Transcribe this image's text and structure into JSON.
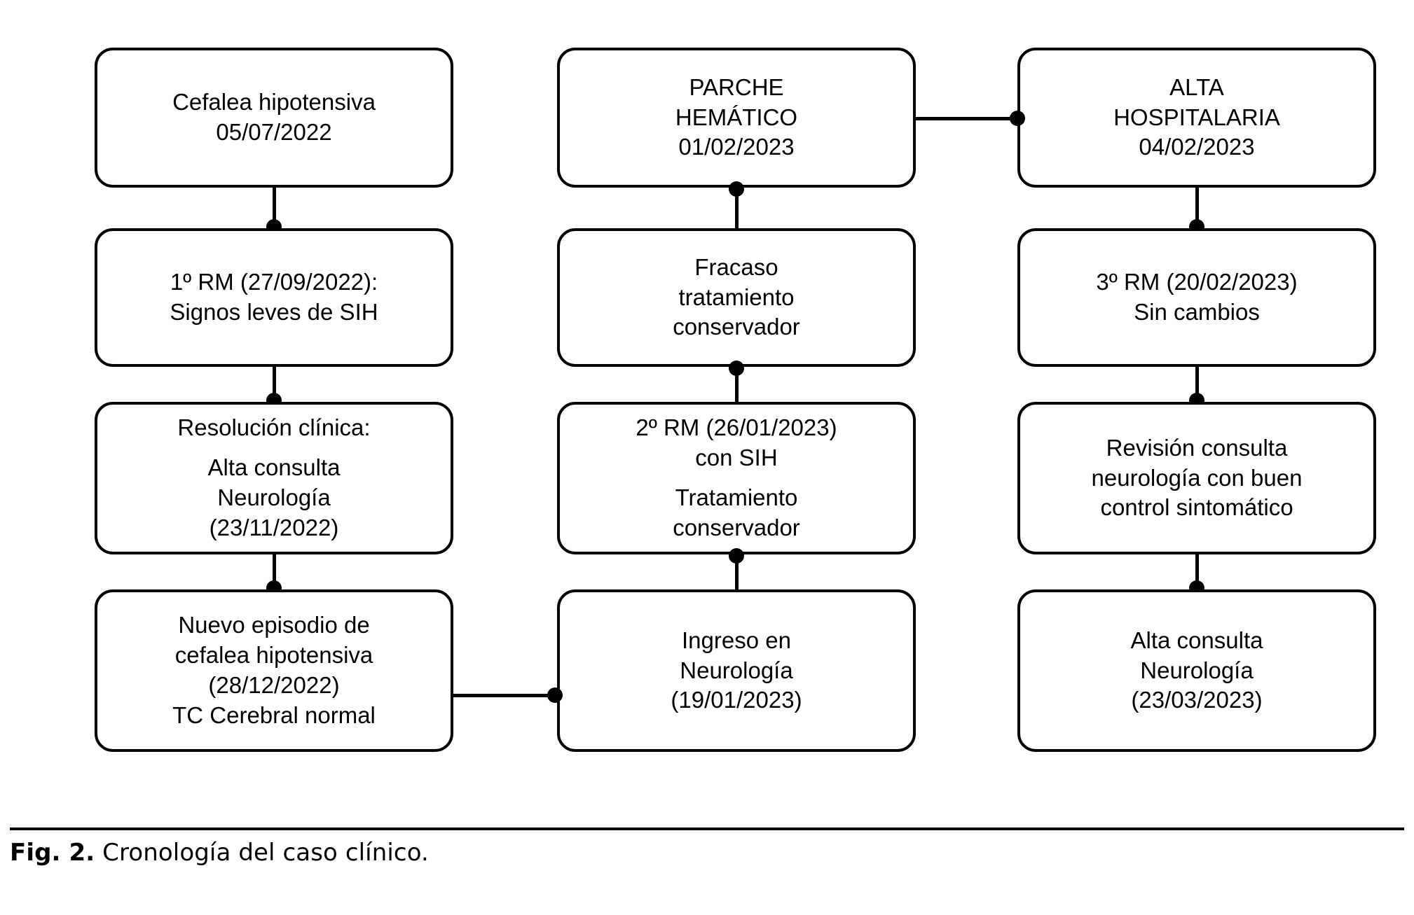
{
  "figure": {
    "caption_label": "Fig. 2.",
    "caption_text": "Cronología del caso clínico.",
    "stroke_color": "#000000",
    "background_color": "#ffffff"
  },
  "chart_data": {
    "type": "diagram",
    "title": "Cronología del caso clínico",
    "layout": "three-column flowchart, top-to-bottom within column, left-to-right between columns",
    "columns": 3,
    "rows": 4
  },
  "columns": [
    {
      "id": "column-1",
      "nodes": [
        {
          "id": "cefalea-hipotensiva",
          "lines": [
            "Cefalea hipotensiva",
            "05/07/2022"
          ]
        },
        {
          "id": "primera-rm",
          "lines": [
            "1º RM (27/09/2022):",
            "Signos leves de SIH"
          ]
        },
        {
          "id": "resolucion-clinica",
          "lines": [
            "Resolución clínica:",
            "Alta consulta",
            "Neurología",
            "(23/11/2022)"
          ]
        },
        {
          "id": "nuevo-episodio",
          "lines": [
            "Nuevo episodio de",
            "cefalea hipotensiva",
            "(28/12/2022)",
            "TC Cerebral normal"
          ]
        }
      ]
    },
    {
      "id": "column-2",
      "nodes": [
        {
          "id": "parche-hematico",
          "lines": [
            "PARCHE",
            "HEMÁTICO",
            "01/02/2023"
          ]
        },
        {
          "id": "fracaso-tratamiento",
          "lines": [
            "Fracaso",
            "tratamiento",
            "conservador"
          ]
        },
        {
          "id": "segunda-rm",
          "lines": [
            "2º RM (26/01/2023)",
            "con SIH",
            "Tratamiento",
            "conservador"
          ]
        },
        {
          "id": "ingreso-neurologia",
          "lines": [
            "Ingreso en",
            "Neurología",
            "(19/01/2023)"
          ]
        }
      ]
    },
    {
      "id": "column-3",
      "nodes": [
        {
          "id": "alta-hospitalaria",
          "lines": [
            "ALTA",
            "HOSPITALARIA",
            "04/02/2023"
          ]
        },
        {
          "id": "tercera-rm",
          "lines": [
            "3º RM (20/02/2023)",
            "Sin cambios"
          ]
        },
        {
          "id": "revision-consulta",
          "lines": [
            "Revisión consulta",
            "neurología con buen",
            "control sintomático"
          ]
        },
        {
          "id": "alta-consulta",
          "lines": [
            "Alta consulta",
            "Neurología",
            "(23/03/2023)"
          ]
        }
      ]
    }
  ],
  "connectors": [
    {
      "id": "conn-nuevo-to-ingreso",
      "from": "nuevo-episodio",
      "to": "ingreso-neurologia",
      "direction": "horizontal-right"
    },
    {
      "id": "conn-parche-to-alta",
      "from": "parche-hematico",
      "to": "alta-hospitalaria",
      "direction": "horizontal-right"
    }
  ]
}
